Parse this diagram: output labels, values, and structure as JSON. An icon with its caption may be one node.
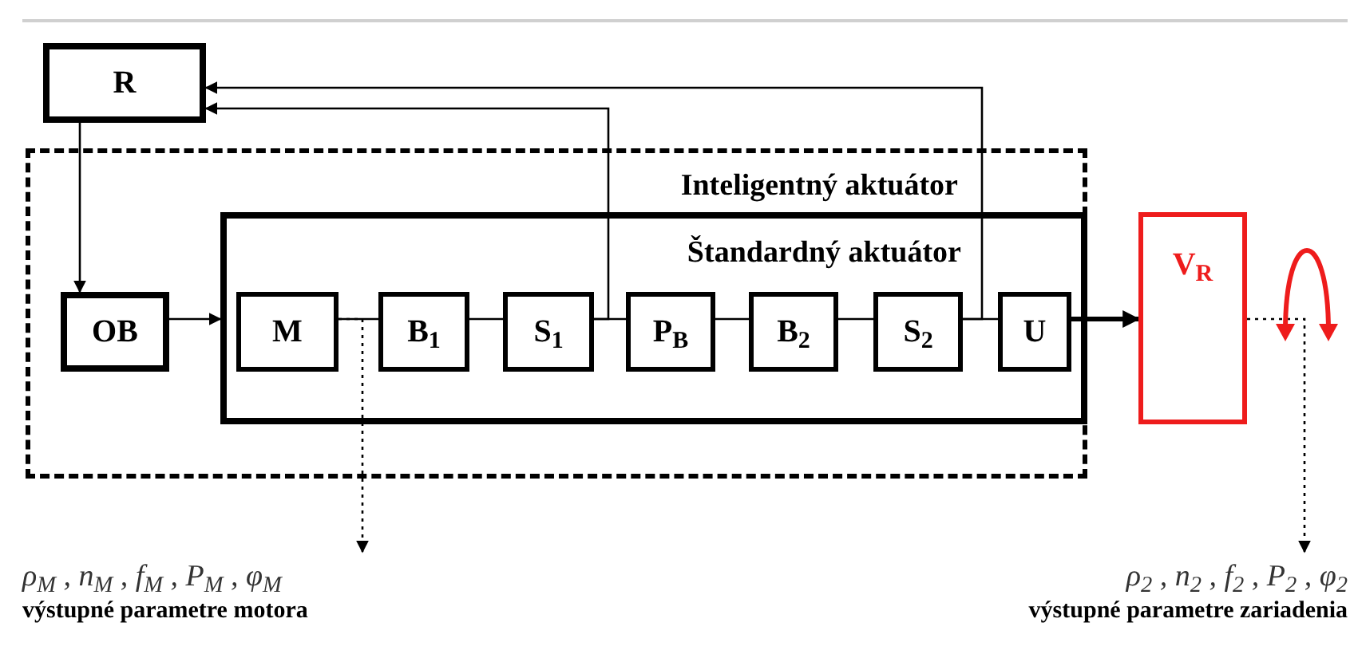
{
  "diagram": {
    "nodes": [
      {
        "text": [
          "R"
        ]
      },
      {
        "text": [
          "Inteligentný aktuátor"
        ]
      },
      {
        "text": [
          "OB"
        ],
        "in": 1
      },
      {
        "text": [
          "Štandardný aktuátor"
        ],
        "in": 1
      },
      {
        "text": [
          "M"
        ],
        "in": 3
      },
      {
        "text": [
          "B$_{1}$"
        ],
        "in": 3
      },
      {
        "text": [
          "S$_{1}$"
        ],
        "in": 3
      },
      {
        "text": [
          "P$_{B}$"
        ],
        "in": 3
      },
      {
        "text": [
          "B$_{2}$"
        ],
        "in": 3
      },
      {
        "text": [
          "S$_{2}$"
        ],
        "in": 3
      },
      {
        "text": [
          "U"
        ],
        "in": 3
      },
      {
        "text": [
          "V$_{R}$"
        ]
      },
      {
        "text": [
          "ρ$_{M}$ , n$_{M}$ , f$_{M}$ , P$_{M}$ , φ$_{M}$",
          "výstupné parametre motora"
        ]
      },
      {
        "text": [
          "ρ$_{2}$ , n$_{2}$ , f$_{2}$ , P$_{2}$ , φ$_{2}$",
          "výstupné parametre zariadenia"
        ]
      }
    ],
    "edges": [
      {
        "from": 0,
        "to": 2,
        "arrow": "to"
      },
      {
        "from": 2,
        "to": 3,
        "arrow": "to"
      },
      {
        "from": 4,
        "to": 5,
        "arrow": "none"
      },
      {
        "from": 5,
        "to": 6,
        "arrow": "none"
      },
      {
        "from": 6,
        "to": 7,
        "arrow": "none"
      },
      {
        "from": 7,
        "to": 8,
        "arrow": "none"
      },
      {
        "from": 8,
        "to": 9,
        "arrow": "none"
      },
      {
        "from": 9,
        "to": 10,
        "arrow": "none"
      },
      {
        "from": 10,
        "to": 11,
        "arrow": "to",
        "style": "thick"
      },
      {
        "from": 6,
        "to": 0,
        "arrow": "to"
      },
      {
        "from": 9,
        "to": 0,
        "arrow": "to"
      },
      {
        "from": 4,
        "to": 12,
        "arrow": "to",
        "style": "dashed"
      },
      {
        "from": 11,
        "to": 13,
        "arrow": "to",
        "style": "dashed"
      }
    ]
  }
}
